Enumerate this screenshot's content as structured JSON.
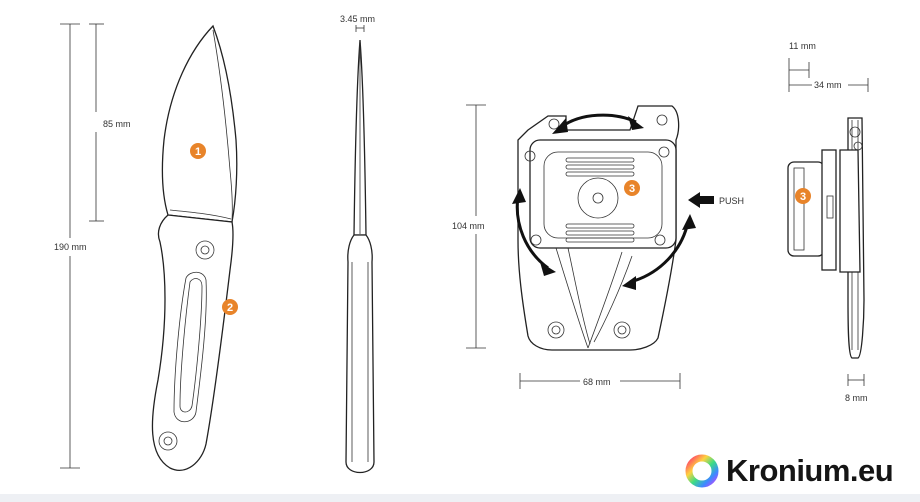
{
  "dimensions": {
    "blade_length": "85 mm",
    "total_length": "190 mm",
    "blade_thickness": "3.45 mm",
    "sheath_height": "104 mm",
    "sheath_width": "68 mm",
    "clip_offset": "11 mm",
    "clip_depth": "34 mm",
    "clip_thickness": "8 mm"
  },
  "annotations": {
    "push": "PUSH"
  },
  "callouts": [
    {
      "number": "1",
      "part": "blade"
    },
    {
      "number": "2",
      "part": "handle"
    },
    {
      "number": "3",
      "part": "clip"
    }
  ],
  "brand": {
    "name": "Kronium.eu"
  },
  "colors": {
    "callout": "#e8842a",
    "ink": "#222222"
  }
}
